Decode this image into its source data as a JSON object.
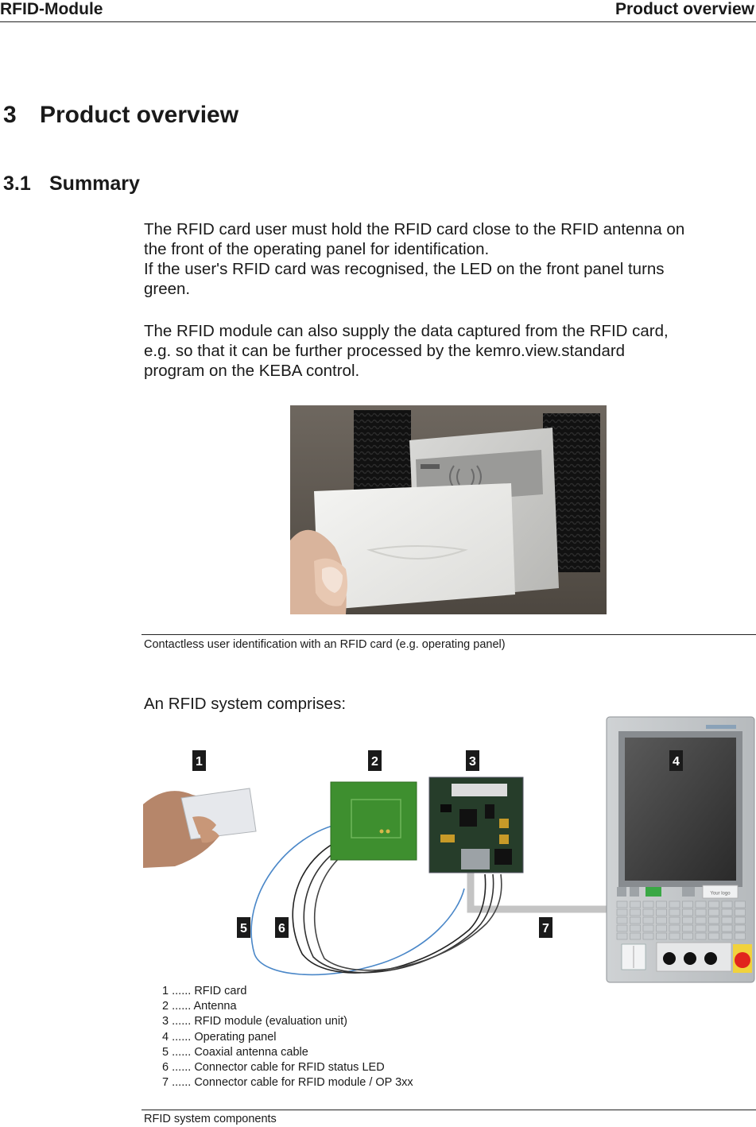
{
  "header": {
    "left": "RFID-Module",
    "right": "Product overview"
  },
  "chapter": {
    "number": "3",
    "title": "Product overview"
  },
  "section": {
    "number": "3.1",
    "title": "Summary"
  },
  "paragraph1": [
    "The RFID card user must hold the RFID card close to the RFID antenna on",
    "the front of the operating panel for identification.",
    "If the user's RFID card was recognised, the LED on the front panel turns",
    "green."
  ],
  "paragraph2": [
    "The RFID module can also supply the data captured from the RFID card,",
    "e.g. so that it can be further processed by the kemro.view.standard",
    "program on the KEBA control."
  ],
  "figure1": {
    "caption": "Contactless user identification with an RFID card (e.g. operating panel)"
  },
  "intro": "An RFID system comprises:",
  "figure2": {
    "callouts": [
      "1",
      "2",
      "3",
      "4",
      "5",
      "6",
      "7"
    ],
    "panel_label": "Your logo",
    "legend": [
      {
        "num": "1",
        "text": "RFID card"
      },
      {
        "num": "2",
        "text": "Antenna"
      },
      {
        "num": "3",
        "text": "RFID module (evaluation unit)"
      },
      {
        "num": "4",
        "text": "Operating panel"
      },
      {
        "num": "5",
        "text": "Coaxial antenna cable"
      },
      {
        "num": "6",
        "text": "Connector cable for RFID status LED"
      },
      {
        "num": "7",
        "text": "Connector cable for RFID module / OP 3xx"
      }
    ],
    "legend_separator": "......",
    "caption": "RFID system components"
  }
}
